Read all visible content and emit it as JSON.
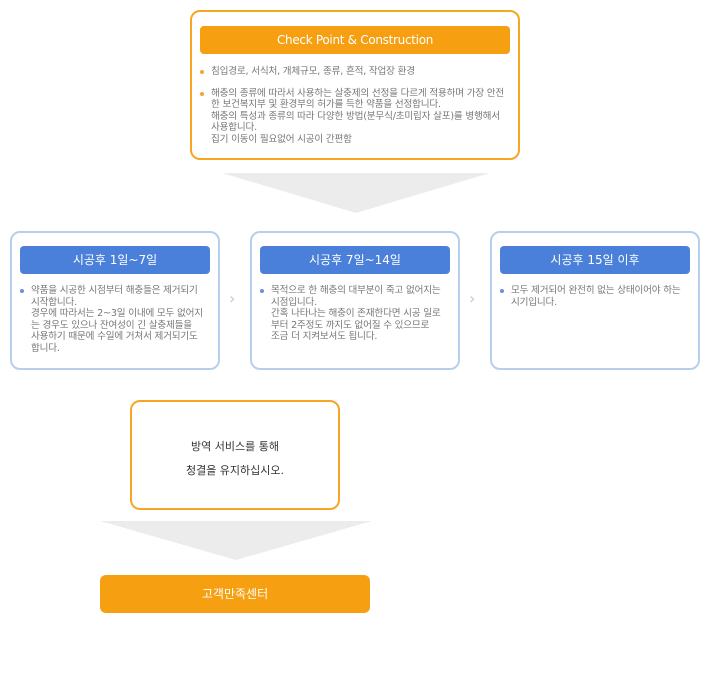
{
  "top": {
    "title": "Check Point & Construction",
    "items": [
      "침입경로, 서식처, 개체규모, 종류, 흔적, 작업장 환경",
      "해충의 종류에 따라서 사용하는 살충제의 선정을 다르게 적용하며 가장 안전\n한 보건복지부 및 환경부의 허가를 득한 약품을 선정합니다.\n해충의 특성과 종류의 따라 다양한 방법(분무식/초미립자 살포)를 병행해서\n사용합니다.\n집기 이동이 필요없어 시공이 간편함"
    ]
  },
  "stages": [
    {
      "title": "시공후 1일~7일",
      "text": "약품을 시공한 시점부터 해충들은 제거되기\n시작합니다.\n경우에 따라서는 2~3일 이내에 모두 없어지\n는 경우도 있으나 잔여성이 긴 살충제들을\n사용하기 때문에 수일에 거쳐서 제거되기도\n합니다."
    },
    {
      "title": "시공후 7일~14일",
      "text": "목적으로 한 해충의 대부분이 죽고 없어지는\n시점입니다.\n간혹 나타나는 해충이 존재한다면 시공 일로\n부터 2주정도 까지도 없어질 수 있으므로\n조금 더 지켜보셔도 됩니다."
    },
    {
      "title": "시공후 15일 이후",
      "text": "모두 제거되어 완전히 없는 상태이어야 하는\n시기입니다."
    }
  ],
  "middle": {
    "line1": "방역 서비스를 통해",
    "line2": "청결을 유지하십시오."
  },
  "bottom": {
    "label": "고객만족센터"
  },
  "colors": {
    "orange": "#f59f11",
    "blue": "#4a80d9",
    "arrow_gray": "#ececec"
  }
}
